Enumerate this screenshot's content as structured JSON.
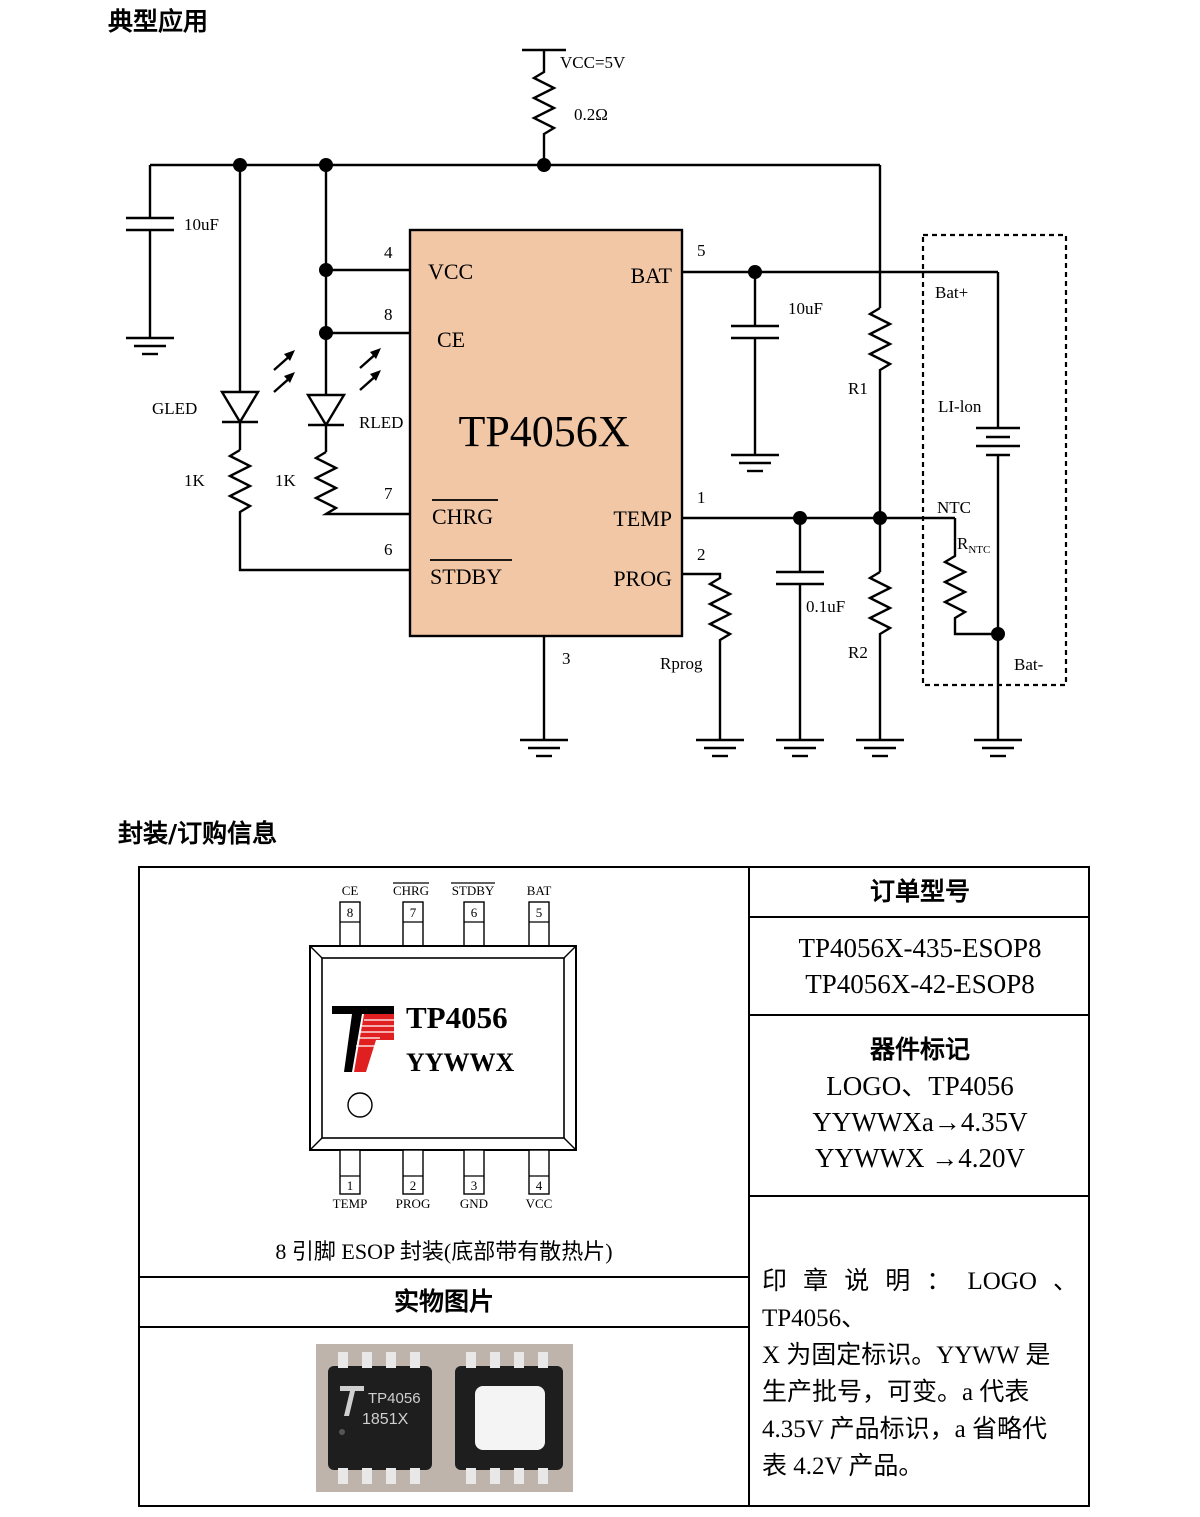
{
  "sections": {
    "typical_app": "典型应用",
    "package_order": "封装/订购信息"
  },
  "schematic": {
    "vcc_label": "VCC=5V",
    "r_sense": "0.2Ω",
    "c_in": "10uF",
    "c_bat": "10uF",
    "c_temp": "0.1uF",
    "gled": "GLED",
    "rled": "RLED",
    "r_gled": "1K",
    "r_rled": "1K",
    "ic_name": "TP4056X",
    "pins": {
      "vcc": "VCC",
      "ce": "CE",
      "chrg": "CHRG",
      "stdby": "STDBY",
      "bat": "BAT",
      "temp": "TEMP",
      "prog": "PROG"
    },
    "pin_numbers": {
      "vcc": "4",
      "ce": "8",
      "chrg": "7",
      "stdby": "6",
      "bat": "5",
      "temp": "1",
      "prog": "2",
      "gnd": "3"
    },
    "rprog": "Rprog",
    "r1": "R1",
    "r2": "R2",
    "bat_plus": "Bat+",
    "bat_minus": "Bat-",
    "li_ion": "LI-lon",
    "ntc": "NTC",
    "rntc_main": "R",
    "rntc_sub": "NTC"
  },
  "package": {
    "top_pins": [
      {
        "label": "CE",
        "num": "8"
      },
      {
        "label": "CHRG",
        "num": "7"
      },
      {
        "label": "STDBY",
        "num": "6"
      },
      {
        "label": "BAT",
        "num": "5"
      }
    ],
    "bottom_pins": [
      {
        "label": "TEMP",
        "num": "1"
      },
      {
        "label": "PROG",
        "num": "2"
      },
      {
        "label": "GND",
        "num": "3"
      },
      {
        "label": "VCC",
        "num": "4"
      }
    ],
    "marking_line1": "TP4056",
    "marking_line2": "YYWWX",
    "caption": "8 引脚 ESOP 封装(底部带有散热片)"
  },
  "photo": {
    "title": "实物图片",
    "chip_text_1": "TP4056",
    "chip_text_2": "1851X"
  },
  "ordering": {
    "title": "订单型号",
    "parts": [
      "TP4056X-435-ESOP8",
      "TP4056X-42-ESOP8"
    ]
  },
  "marking": {
    "title": "器件标记",
    "lines": [
      "LOGO、TP4056",
      "YYWWXa→4.35V",
      "YYWWX →4.20V"
    ]
  },
  "note_lines": [
    "印章说明：LOGO、TP4056、",
    "X 为固定标识。YYWW 是",
    "生产批号，可变。a 代表",
    "4.35V 产品标识，a 省略代",
    "表 4.2V 产品。"
  ],
  "colors": {
    "ic_fill": "#f2c7a6",
    "logo_red": "#e02020"
  }
}
